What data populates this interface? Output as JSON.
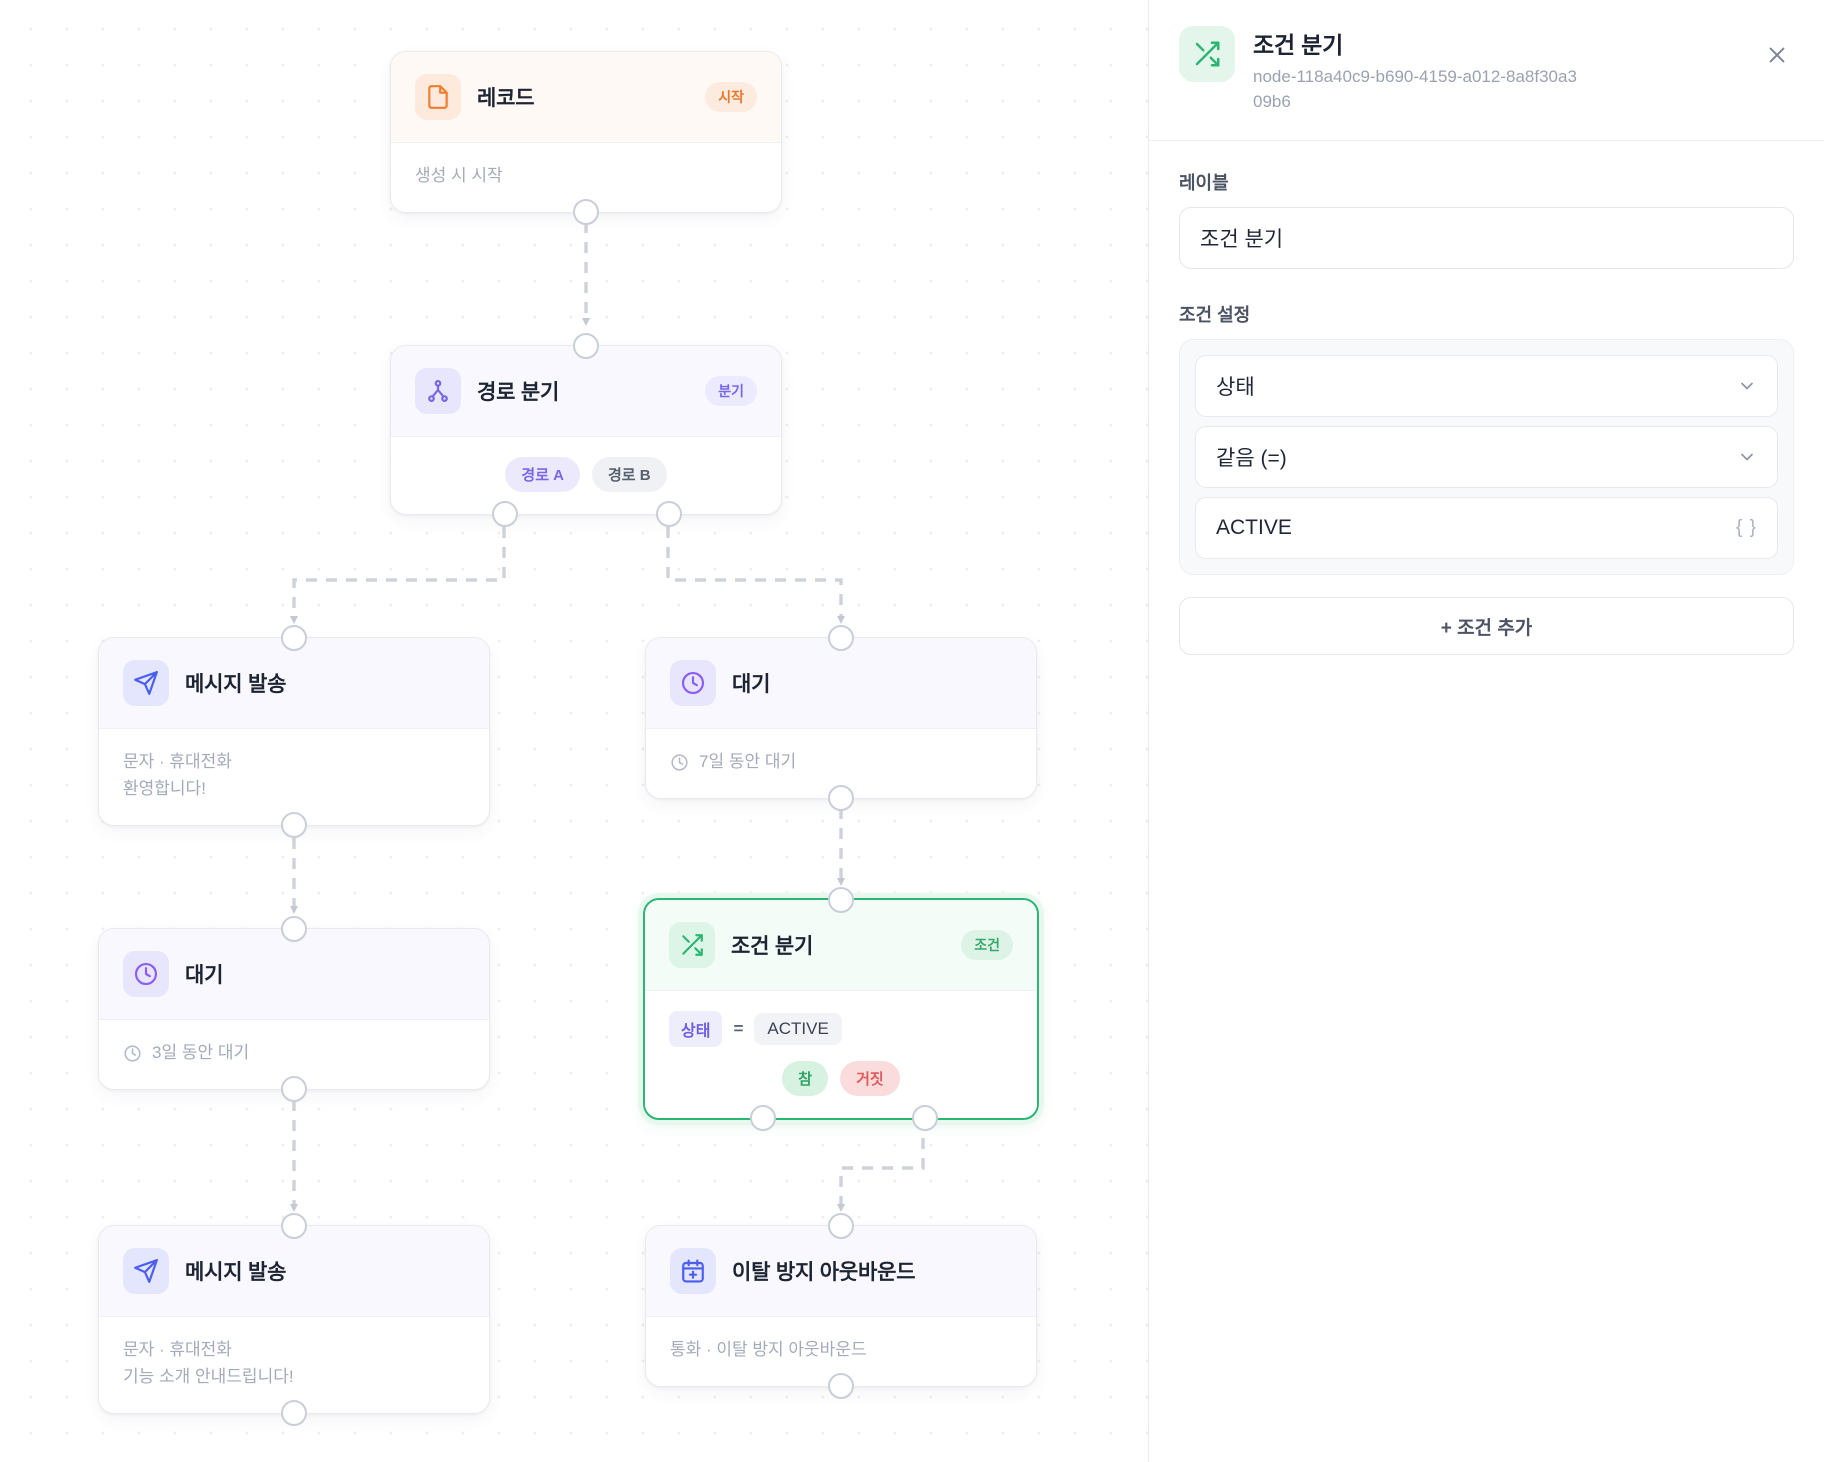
{
  "canvas": {
    "nodes": [
      {
        "id": "record",
        "title": "레코드",
        "badge": "시작",
        "subtitle": "생성 시 시작",
        "icon": "file-icon",
        "tint": "orange"
      },
      {
        "id": "path-split",
        "title": "경로 분기",
        "badge": "분기",
        "icon": "branch-icon",
        "tint": "purple",
        "paths": [
          "경로 A",
          "경로 B"
        ]
      },
      {
        "id": "send-message-1",
        "title": "메시지 발송",
        "icon": "send-icon",
        "tint": "indigo",
        "subtitle_line1": "문자 · 휴대전화",
        "subtitle_line2": "환영합니다!"
      },
      {
        "id": "wait-7d",
        "title": "대기",
        "icon": "clock-icon",
        "tint": "purple",
        "subtitle": "7일 동안 대기"
      },
      {
        "id": "wait-3d",
        "title": "대기",
        "icon": "clock-icon",
        "tint": "purple",
        "subtitle": "3일 동안 대기"
      },
      {
        "id": "condition-branch",
        "title": "조건 분기",
        "badge": "조건",
        "icon": "shuffle-icon",
        "tint": "green",
        "selected": true,
        "condition": {
          "field": "상태",
          "operator": "=",
          "value": "ACTIVE"
        },
        "outputs": [
          "참",
          "거짓"
        ]
      },
      {
        "id": "send-message-2",
        "title": "메시지 발송",
        "icon": "send-icon",
        "tint": "indigo",
        "subtitle_line1": "문자 · 휴대전화",
        "subtitle_line2": "기능 소개 안내드립니다!"
      },
      {
        "id": "retention-outbound",
        "title": "이탈 방지 아웃바운드",
        "icon": "calendar-plus-icon",
        "tint": "indigo",
        "subtitle": "통화 · 이탈 방지 아웃바운드"
      }
    ]
  },
  "panel": {
    "title": "조건 분기",
    "node_id": "node-118a40c9-b690-4159-a012-8a8f30a309b6",
    "close_label": "✕",
    "label_field": {
      "label": "레이블",
      "value": "조건 분기"
    },
    "condition_section": {
      "label": "조건 설정",
      "field_select": "상태",
      "operator_select": "같음 (=)",
      "value_input": "ACTIVE",
      "braces": "{ }"
    },
    "add_condition_label": "+ 조건 추가"
  },
  "colors": {
    "accent_green": "#2bb673",
    "accent_purple": "#7868e6",
    "accent_orange": "#e8792e",
    "accent_indigo": "#4a5ef0",
    "edge": "#cdd2db"
  }
}
